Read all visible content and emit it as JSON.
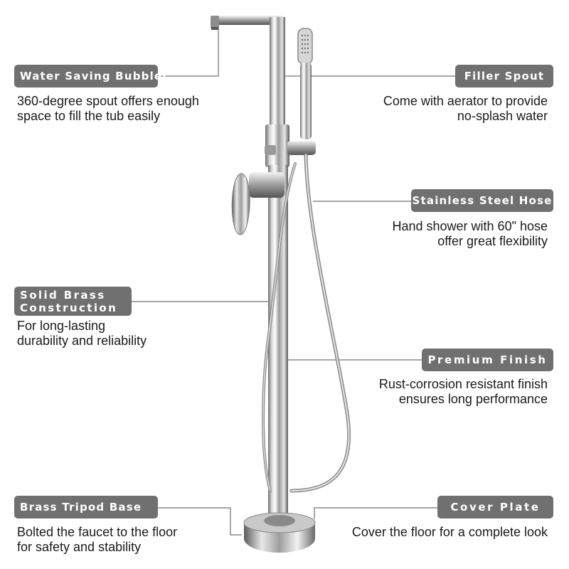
{
  "features": {
    "water_saving": {
      "label": "Water Saving Bubbler",
      "desc": [
        "360-degree spout offers enough",
        "space to fill the tub easily"
      ]
    },
    "filler_spout": {
      "label": "Filler Spout",
      "desc": [
        "Come with aerator to provide",
        "no-splash water"
      ]
    },
    "steel_hose": {
      "label": "Stainless Steel Hose",
      "desc": [
        "Hand shower with 60\" hose",
        "offer great flexibility"
      ]
    },
    "solid_brass": {
      "label": [
        "Solid Brass",
        "Construction"
      ],
      "desc": [
        "For long-lasting",
        "durability and reliability"
      ]
    },
    "premium_finish": {
      "label": "Premium Finish",
      "desc": [
        "Rust-corrosion resistant finish",
        "ensures long performance"
      ]
    },
    "tripod_base": {
      "label": "Brass Tripod Base",
      "desc": [
        "Bolted the faucet to the floor",
        "for safety and stability"
      ]
    },
    "cover_plate": {
      "label": "Cover Plate",
      "desc": [
        "Cover the floor for a complete look"
      ]
    }
  },
  "colors": {
    "label_bg": "#707070",
    "label_text": "#ffffff",
    "leader_line": "#8a8a8a"
  }
}
